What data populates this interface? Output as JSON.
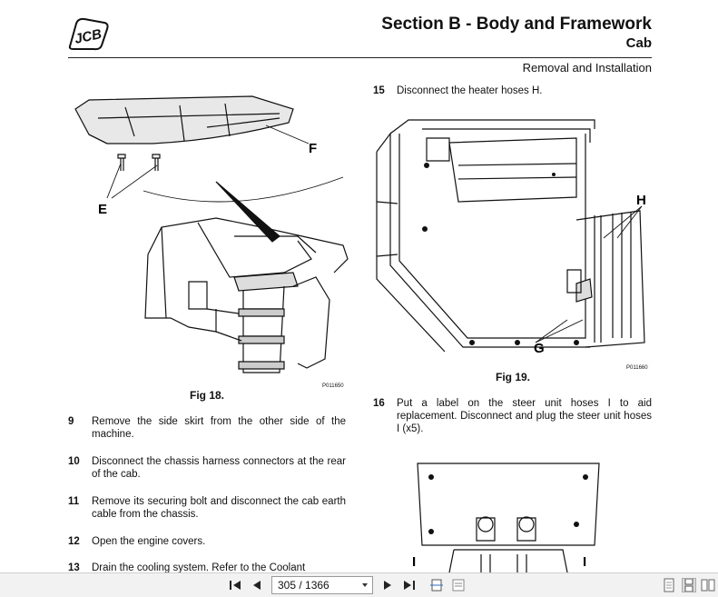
{
  "header": {
    "logo_text": "JCB",
    "section_title": "Section B - Body and Framework",
    "section_subtitle": "Cab",
    "subheading": "Removal and Installation"
  },
  "figures": {
    "fig18": {
      "caption": "Fig 18.",
      "code": "P011650",
      "labels": [
        "F",
        "E"
      ]
    },
    "fig19": {
      "caption": "Fig 19.",
      "code": "P011660",
      "labels": [
        "H",
        "G"
      ]
    },
    "fig20": {
      "labels": [
        "I",
        "I"
      ]
    }
  },
  "steps": [
    {
      "num": "9",
      "text": "Remove the side skirt from the other side of the machine."
    },
    {
      "num": "10",
      "text": "Disconnect the chassis harness connectors at the rear of the cab."
    },
    {
      "num": "11",
      "text": "Remove its securing bolt and disconnect the cab earth cable from the chassis."
    },
    {
      "num": "12",
      "text": "Open the engine covers."
    },
    {
      "num": "13",
      "text": "Drain the cooling system. Refer to the Coolant"
    },
    {
      "num": "15",
      "text": "Disconnect the heater hoses H."
    },
    {
      "num": "16",
      "text": "Put a label on the steer unit hoses I to aid replacement. Disconnect and plug the steer unit hoses I (x5)."
    }
  ],
  "toolbar": {
    "page_indicator": "305 / 1366",
    "icons": [
      "first-page-icon",
      "previous-page-icon",
      "next-page-icon",
      "last-page-icon",
      "fit-page-icon",
      "fit-width-icon",
      "single-page-view-icon",
      "continuous-view-icon",
      "facing-view-icon"
    ]
  },
  "colors": {
    "ink": "#111111",
    "toolbar_bg": "#f2f2f2",
    "logo_yellow": "#ffffff"
  }
}
